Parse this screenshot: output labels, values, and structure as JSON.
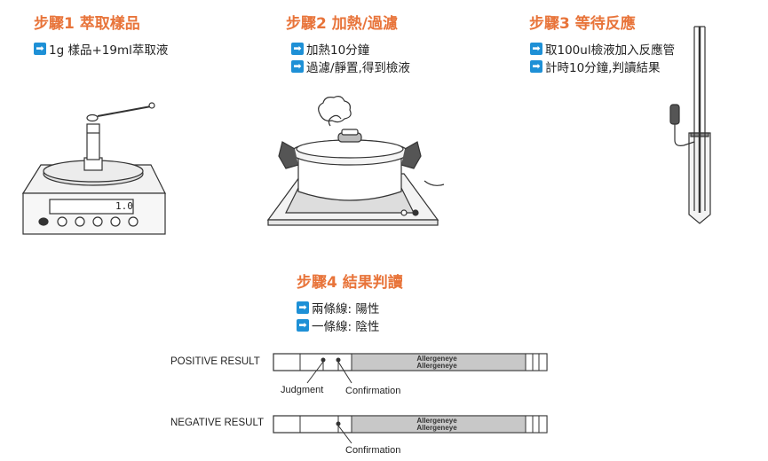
{
  "steps": [
    {
      "title": "步驟1 萃取樣品",
      "bullets": [
        "1g 樣品+19ml萃取液"
      ],
      "scale_display": "1.0"
    },
    {
      "title": "步驟2 加熱/過濾",
      "bullets": [
        "加熱10分鐘",
        "過濾/靜置,得到檢液"
      ]
    },
    {
      "title": "步驟3 等待反應",
      "bullets": [
        "取100ul檢液加入反應管",
        "計時10分鐘,判讀結果"
      ]
    },
    {
      "title": "步驟4 結果判讀",
      "bullets": [
        "兩條線: 陽性",
        "一條線: 陰性"
      ]
    }
  ],
  "results": {
    "positive_label": "POSITIVE RESULT",
    "negative_label": "NEGATIVE RESULT",
    "strip_brand_line1": "Allergeneye",
    "strip_brand_line2": "Allergeneye",
    "judgment_label": "Judgment",
    "confirmation_label": "Confirmation"
  },
  "icons": {
    "bullet": "right-arrow-icon"
  },
  "colors": {
    "title": "#e8743a",
    "bullet_icon": "#1e90d6",
    "strip_gray": "#c8c8c8"
  }
}
